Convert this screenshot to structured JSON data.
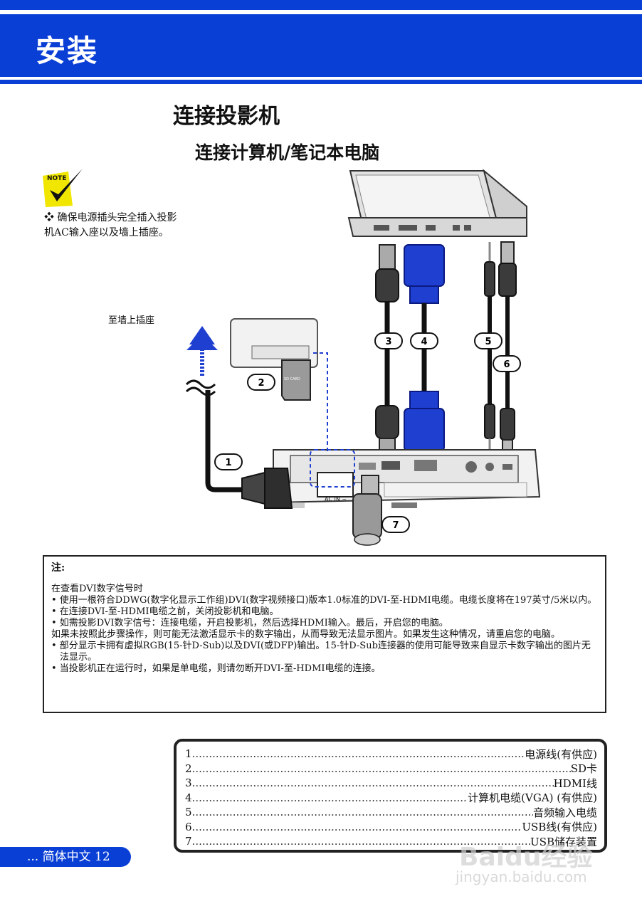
{
  "header": {
    "title": "安装"
  },
  "heading": "连接投影机",
  "subheading": "连接计算机/笔记本电脑",
  "note_badge": "NOTE",
  "note_text": "❖ 确保电源插头完全插入投影机AC输入座以及墙上插座。",
  "diagram": {
    "wall_label": "至墙上插座",
    "sd_card_label": "SD CARD",
    "ac_in_label": "AC IN ~",
    "callouts": [
      "1",
      "2",
      "3",
      "4",
      "5",
      "6",
      "7"
    ]
  },
  "notes": {
    "title": "注:",
    "lines": [
      "在查看DVI数字信号时",
      "• 使用一根符合DDWG(数字化显示工作组)DVI(数字视频接口)版本1.0标准的DVI-至-HDMI电缆。电缆长度将在197英寸/5米以内。",
      "• 在连接DVI-至-HDMI电缆之前，关闭投影机和电脑。",
      "• 如需投影DVI数字信号：连接电缆，开启投影机，然后选择HDMI输入。最后，开启您的电脑。",
      "如果未按照此步骤操作，则可能无法激活显示卡的数字输出，从而导致无法显示图片。如果发生这种情况，请重启您的电脑。",
      "• 部分显示卡拥有虚拟RGB(15-针D-Sub)以及DVI(或DFP)输出。15-针D-Sub连接器的使用可能导致来自显示卡数字输出的图片无法显示。",
      "• 当投影机正在运行时，如果是单电缆，则请勿断开DVI-至-HDMI电缆的连接。"
    ]
  },
  "legend": [
    {
      "num": "1",
      "label": "电源线(有供应)"
    },
    {
      "num": "2",
      "label": "SD卡"
    },
    {
      "num": "3",
      "label": "HDMI线"
    },
    {
      "num": "4",
      "label": "计算机电缆(VGA) (有供应)"
    },
    {
      "num": "5",
      "label": "音频输入电缆"
    },
    {
      "num": "6",
      "label": "USB线(有供应)"
    },
    {
      "num": "7",
      "label": "USB储存装置"
    }
  ],
  "footer": "... 简体中文  12",
  "watermark": {
    "brand": "Baidu经验",
    "url": "jingyan.baidu.com"
  },
  "colors": {
    "brand_blue": "#0a3fd6",
    "cable_blue": "#1f3fd0"
  }
}
